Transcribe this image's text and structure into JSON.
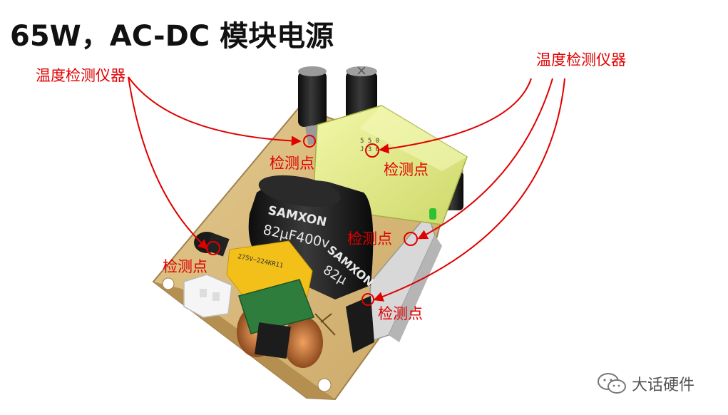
{
  "title": "65W，AC-DC 模块电源",
  "instrument_label_left": "温度检测仪器",
  "instrument_label_right": "温度检测仪器",
  "check_points": [
    "检测点",
    "检测点",
    "检测点",
    "检测点",
    "检测点"
  ],
  "capacitor_print": {
    "brand": "SAMXON",
    "rating": "82μF400v",
    "rating_short": "82μ"
  },
  "x_capacitor_print": "275V~224KR11",
  "transformer_print": [
    "5 5 0",
    "J 3 6"
  ],
  "watermark": "大话硬件",
  "colors": {
    "annotation": "#e00000",
    "pcb": "#d9b877",
    "transformer_tape": "#e6ef8a",
    "capacitor": "#1c1c1c",
    "choke": "#2f7d3c"
  }
}
